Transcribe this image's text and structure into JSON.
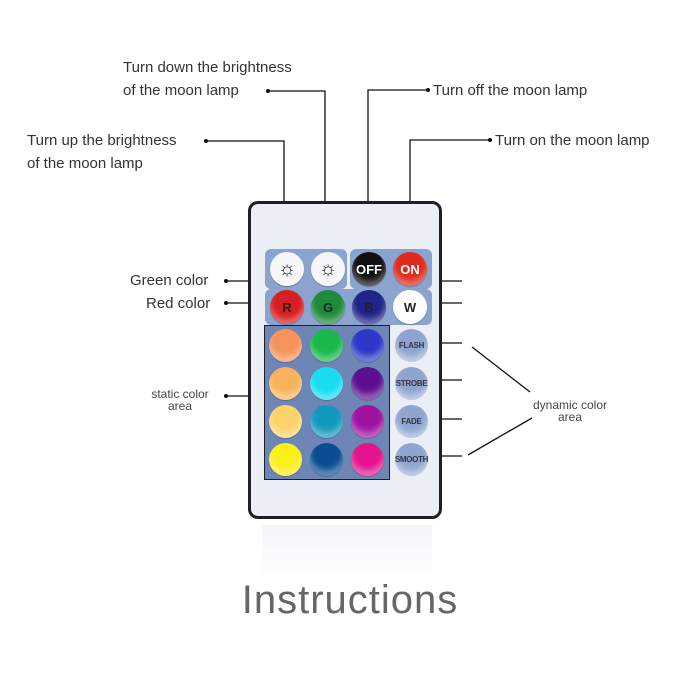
{
  "labels": {
    "turn_down_1": "Turn down the brightness",
    "turn_down_2": "of the moon lamp",
    "turn_up_1": "Turn up the brightness",
    "turn_up_2": "of the moon lamp",
    "turn_off": "Turn off the moon lamp",
    "turn_on": "Turn on the moon lamp",
    "green": "Green color",
    "red": "Red color",
    "static_1": "static color",
    "static_2": "area",
    "dynamic_1": "dynamic color",
    "dynamic_2": "area"
  },
  "remote": {
    "top_buttons": [
      {
        "name": "brightness-up-button",
        "icon": "sun-up-icon",
        "glyph": "☼"
      },
      {
        "name": "brightness-down-button",
        "icon": "sun-down-icon",
        "glyph": "☼"
      },
      {
        "name": "off-button",
        "label": "OFF",
        "color": "#111111"
      },
      {
        "name": "on-button",
        "label": "ON",
        "color": "#e02a1f"
      }
    ],
    "rgbw_buttons": [
      {
        "label": "R",
        "color": "#d81e1e"
      },
      {
        "label": "G",
        "color": "#1e8a3a"
      },
      {
        "label": "B",
        "color": "#1f238a"
      },
      {
        "label": "W",
        "color": "#ffffff"
      }
    ],
    "static_colors": [
      [
        "#f5935a",
        "#18b84a",
        "#2d37c9"
      ],
      [
        "#f8b35a",
        "#18dcf0",
        "#5c0f8f"
      ],
      [
        "#fbd36a",
        "#1398bd",
        "#a012a0"
      ],
      [
        "#fcf01b",
        "#0a4d94",
        "#e5138f"
      ]
    ],
    "dynamic_buttons": [
      "FLASH",
      "STROBE",
      "FADE",
      "SMOOTH"
    ]
  },
  "title": "Instructions"
}
